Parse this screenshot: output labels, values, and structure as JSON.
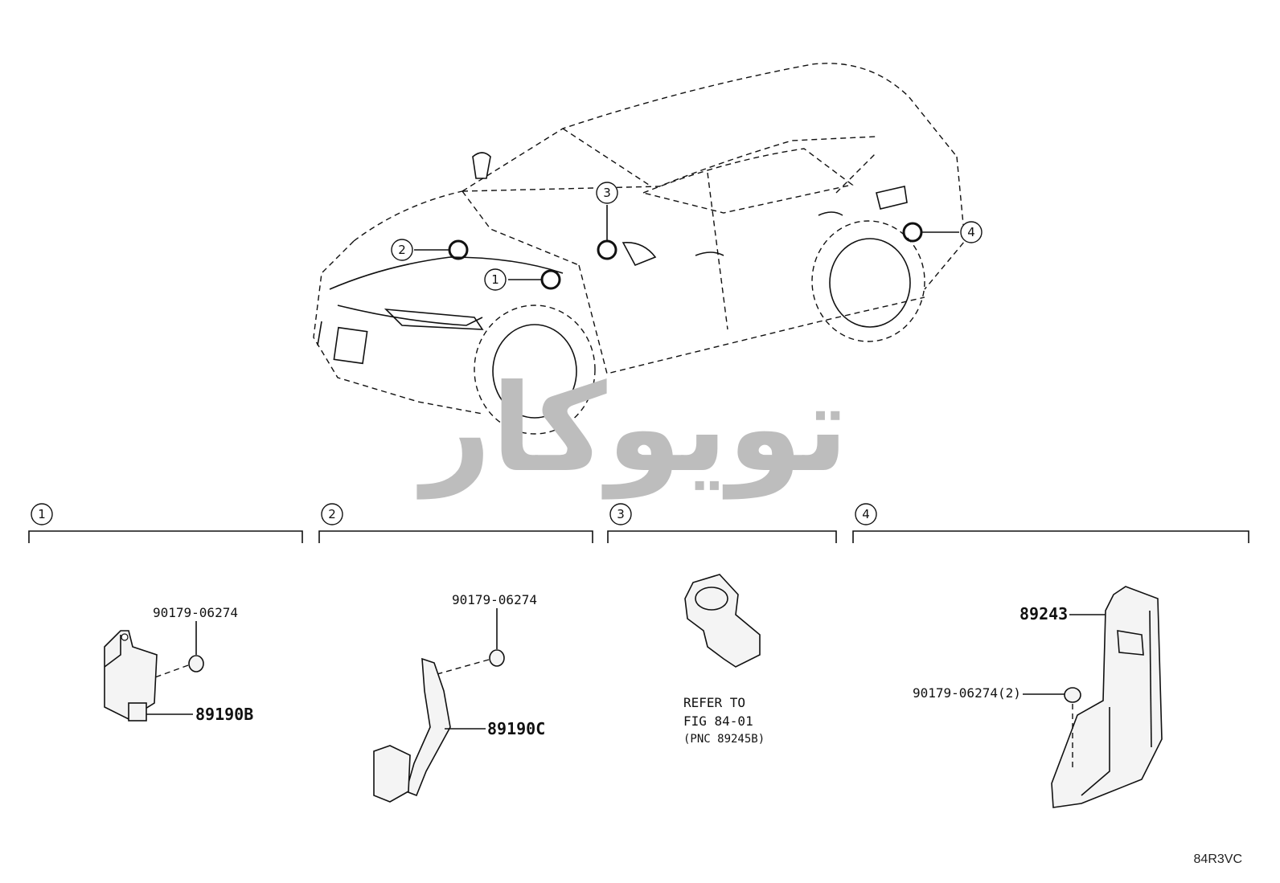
{
  "watermark": "تویوکار",
  "figure_code": "84R3VC",
  "locations": [
    {
      "number": "1"
    },
    {
      "number": "2"
    },
    {
      "number": "3"
    },
    {
      "number": "4"
    }
  ],
  "sections": [
    {
      "number": "1",
      "part_number": "89190B",
      "fastener": "90179-06274"
    },
    {
      "number": "2",
      "part_number": "89190C",
      "fastener": "90179-06274"
    },
    {
      "number": "3",
      "refer_line1": "REFER TO",
      "refer_line2": "FIG 84-01",
      "refer_line3": "(PNC 89245B)"
    },
    {
      "number": "4",
      "part_number": "89243",
      "fastener": "90179-06274(2)"
    }
  ]
}
